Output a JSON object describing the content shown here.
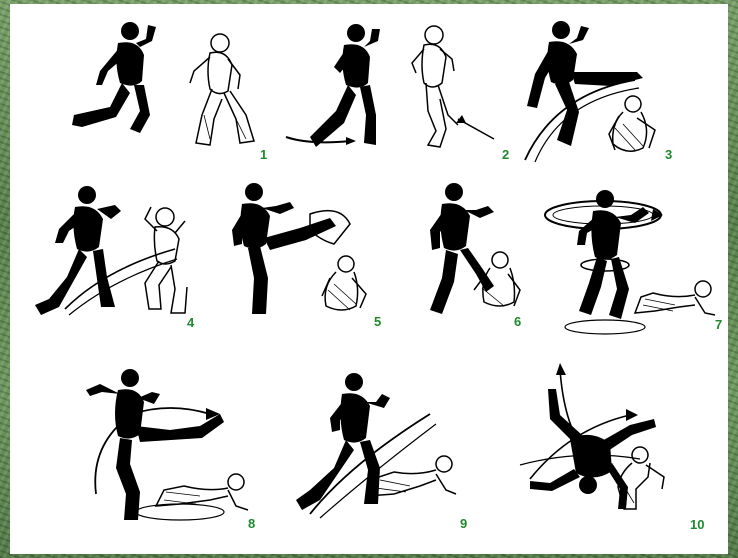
{
  "figures": [
    {
      "number": "1"
    },
    {
      "number": "2"
    },
    {
      "number": "3"
    },
    {
      "number": "4"
    },
    {
      "number": "5"
    },
    {
      "number": "6"
    },
    {
      "number": "7"
    },
    {
      "number": "8"
    },
    {
      "number": "9"
    },
    {
      "number": "10"
    }
  ],
  "colors": {
    "background": "#5f8a52",
    "panel": "#ffffff",
    "ink": "#000000",
    "label": "#1f8a2c"
  }
}
